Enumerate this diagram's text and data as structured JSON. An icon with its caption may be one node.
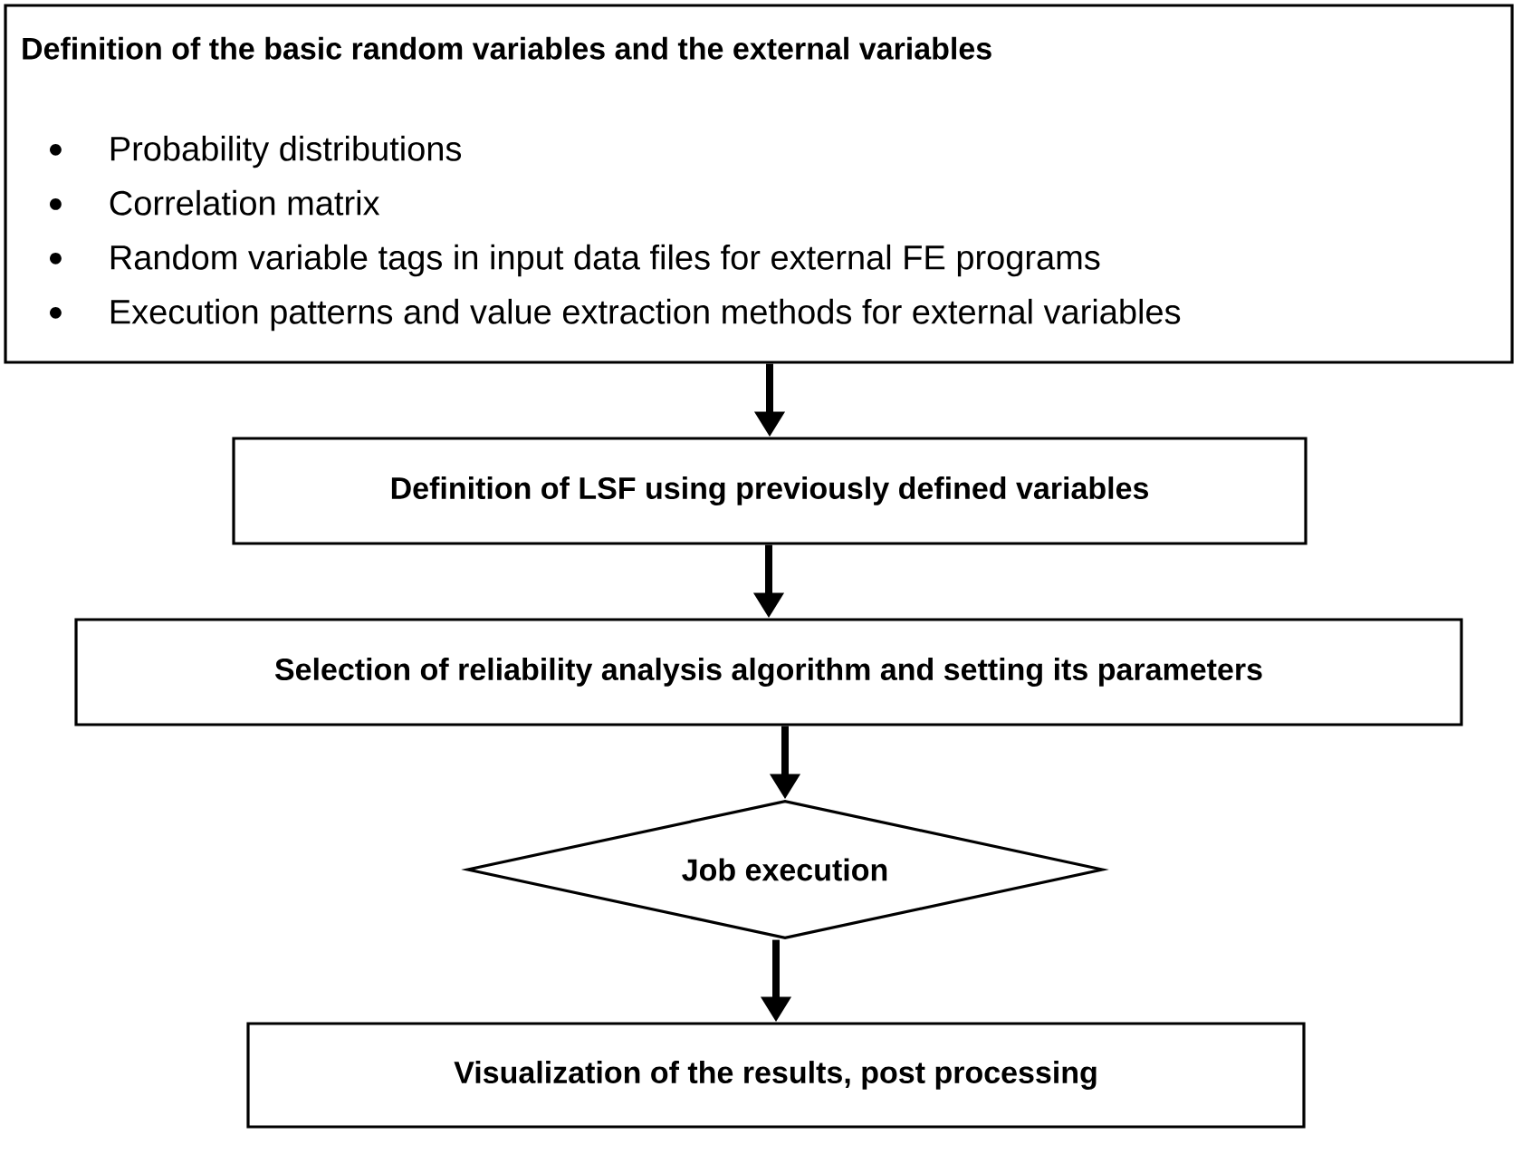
{
  "diagram": {
    "nodes": [
      {
        "text": [
          "Definition of the basic random variables and the external variables",
          "Probability distributions",
          "Correlation matrix",
          "Random variable tags in input data files for external FE programs",
          "Execution patterns and value extraction methods for external variables"
        ]
      },
      {
        "text": [
          "Definition of LSF using previously defined variables"
        ]
      },
      {
        "text": [
          "Selection of reliability analysis algorithm and setting its parameters"
        ]
      },
      {
        "text": [
          "Job execution"
        ]
      },
      {
        "text": [
          "Visualization of the results, post processing"
        ]
      }
    ],
    "edges": [
      {
        "from": 0,
        "to": 1,
        "arrow": "to"
      },
      {
        "from": 1,
        "to": 2,
        "arrow": "to"
      },
      {
        "from": 2,
        "to": 3,
        "arrow": "to"
      },
      {
        "from": 3,
        "to": 4,
        "arrow": "to"
      }
    ]
  }
}
